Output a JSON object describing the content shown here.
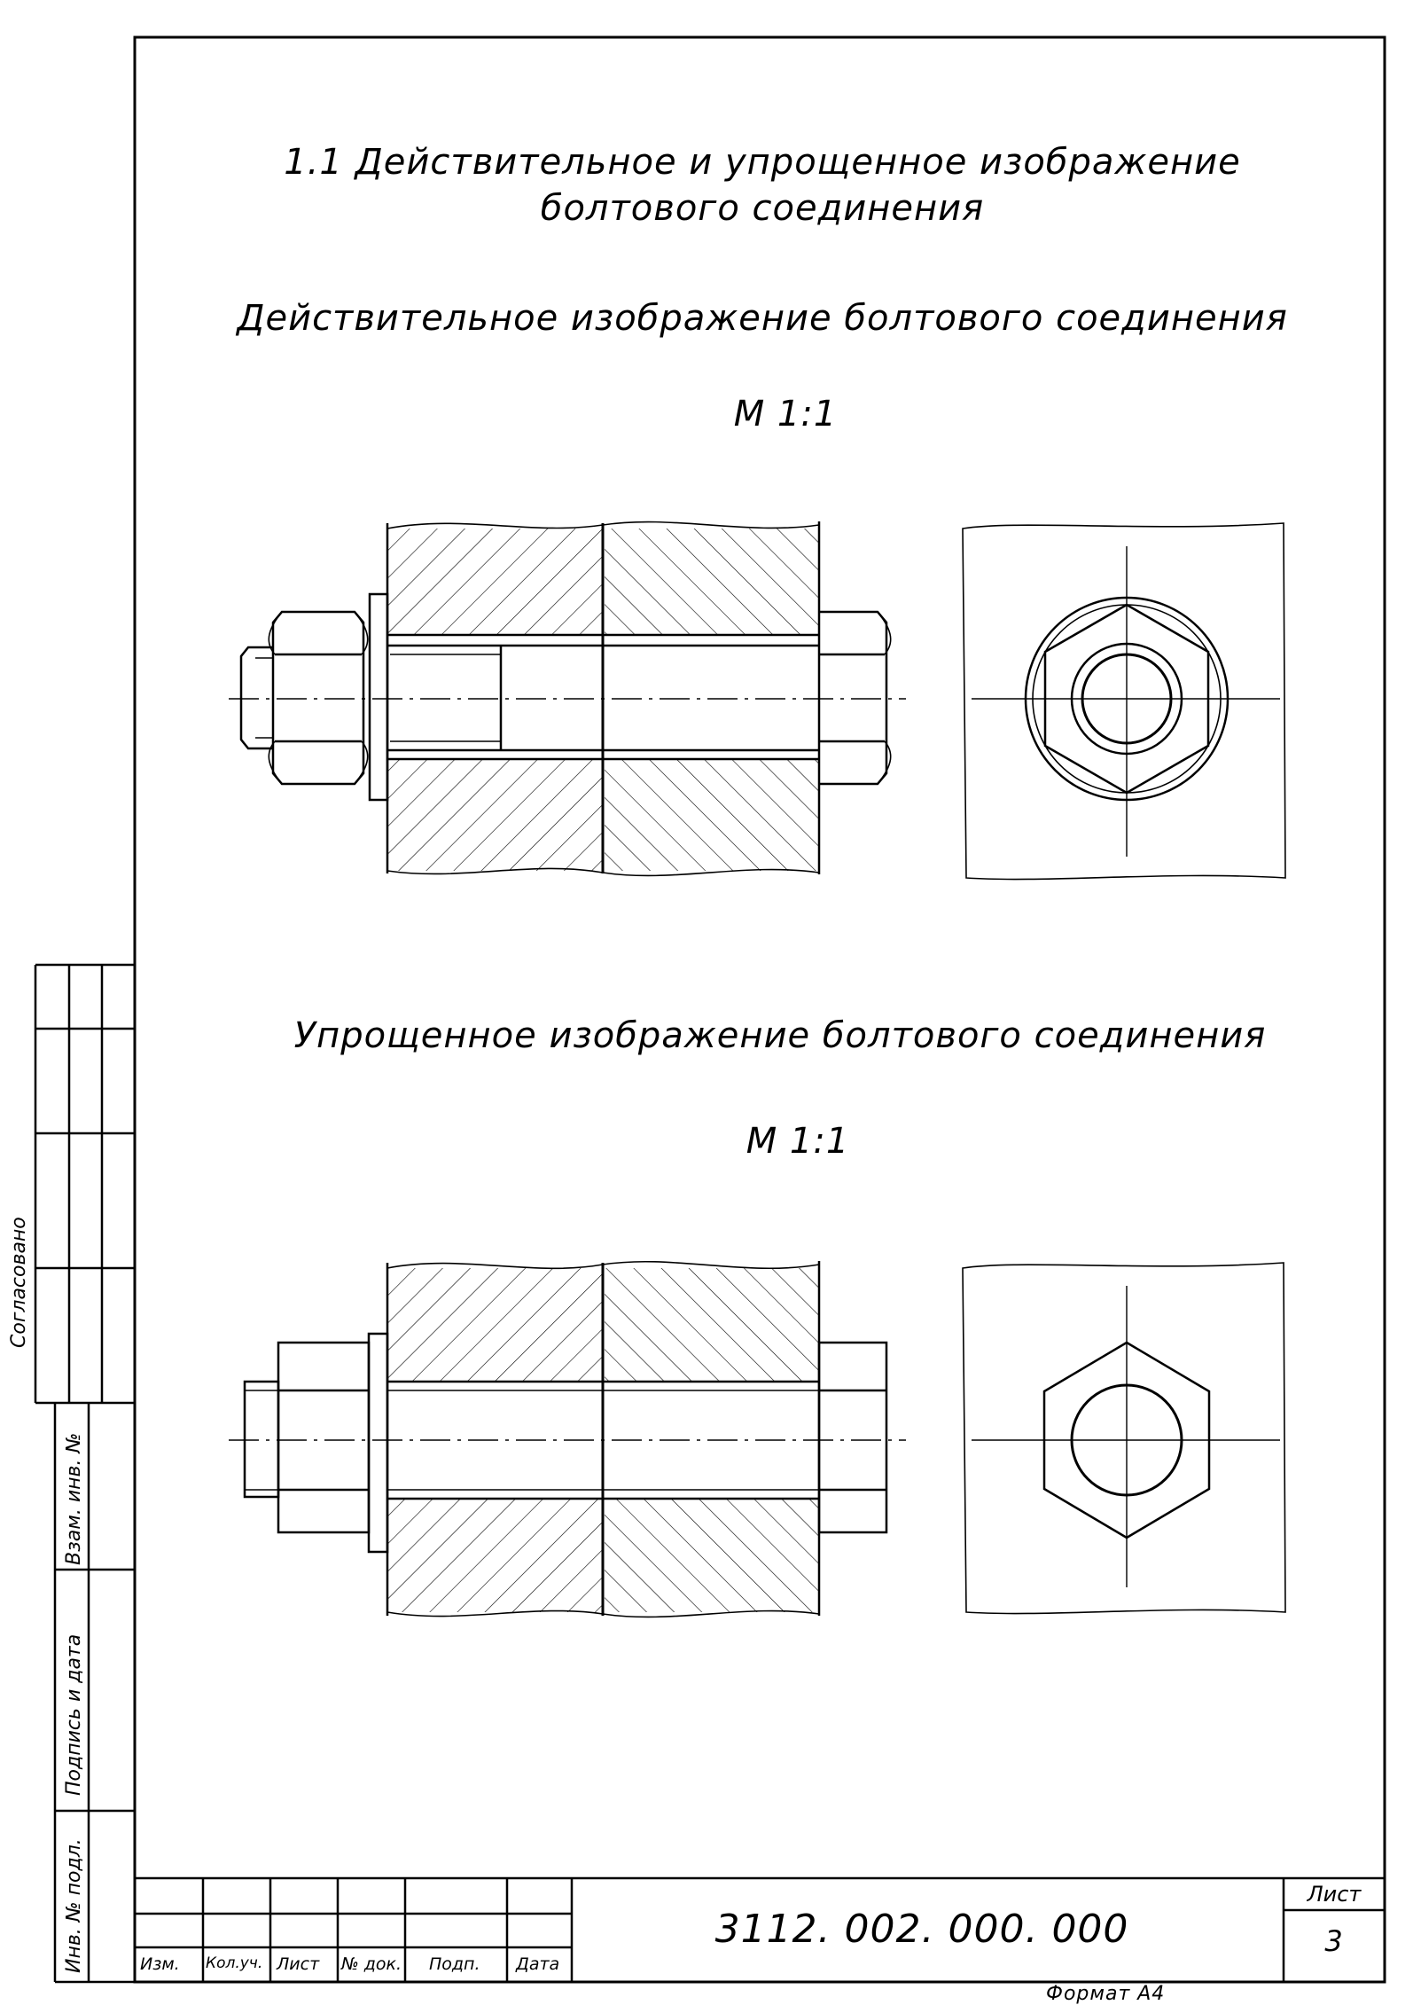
{
  "title": {
    "line1": "1.1 Действительное и упрощенное изображение",
    "line2": "болтового соединения"
  },
  "section_actual": {
    "heading": "Действительное изображение болтового соединения",
    "scale": "М 1:1"
  },
  "section_simplified": {
    "heading": "Упрощенное изображение болтового соединения",
    "scale": "М 1:1"
  },
  "side_stamp": {
    "agreed": "Согласовано",
    "replace_inv": "Взам. инв. №",
    "sign_date": "Подпись и дата",
    "inv_orig": "Инв. № подл."
  },
  "title_block": {
    "document_code": "3112. 002. 000. 000",
    "sheet_label": "Лист",
    "sheet_number": "3",
    "columns": [
      "Изм.",
      "Кол.уч.",
      "Лист",
      "№ док.",
      "Подп.",
      "Дата"
    ]
  },
  "format_label": "Формат А4"
}
